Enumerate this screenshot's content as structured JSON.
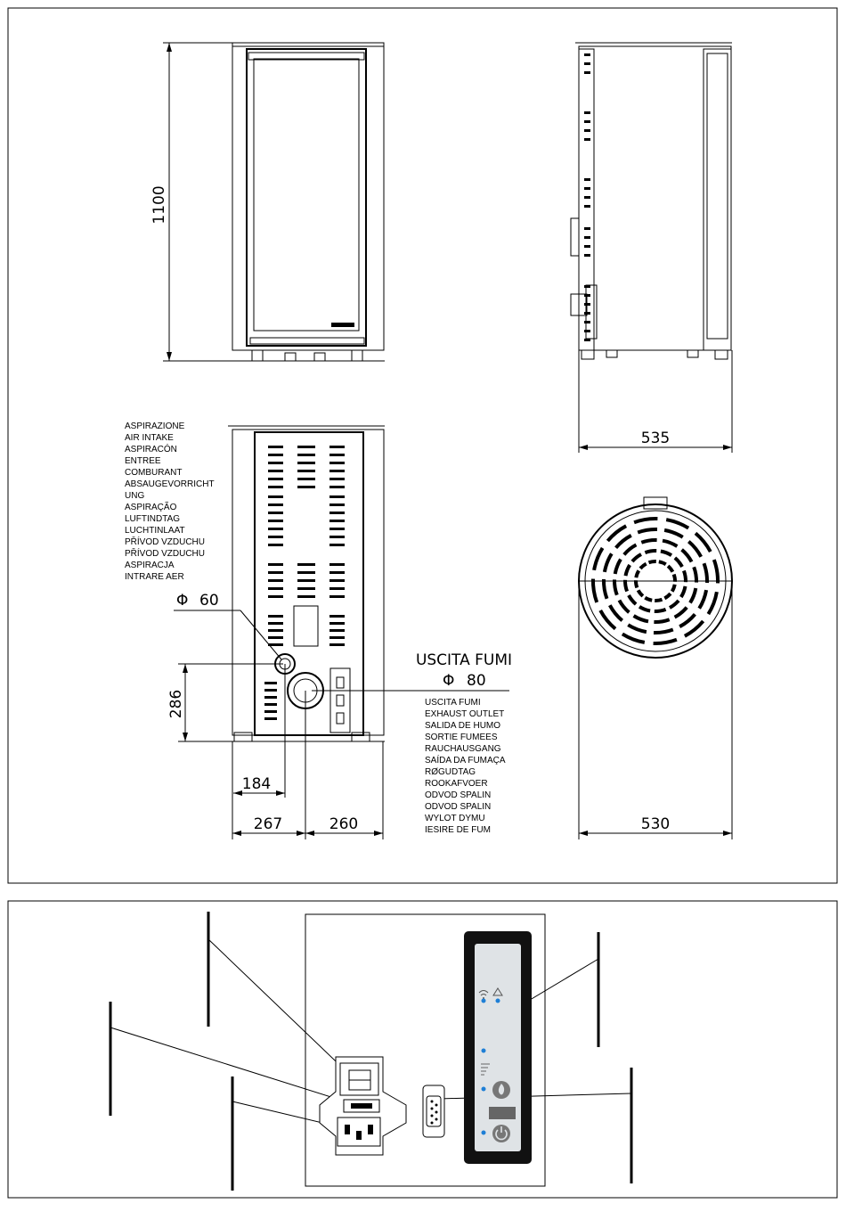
{
  "dimensions": {
    "height": "1100",
    "depth": "535",
    "diameter_intake": "60",
    "intake_height": "286",
    "intake_offset": "184",
    "width_left": "267",
    "width_right": "260",
    "exhaust_diameter": "80",
    "top_width": "530"
  },
  "symbols": {
    "diameter": "Φ"
  },
  "air_intake_labels": [
    "ASPIRAZIONE",
    "AIR INTAKE",
    "ASPIRACÓN",
    "ENTREE",
    "COMBURANT",
    "ABSAUGEVORRICHT",
    "UNG",
    "ASPIRAÇÃO",
    "LUFTINDTAG",
    "LUCHTINLAAT",
    "PŘÍVOD VZDUCHU",
    "PŘÍVOD VZDUCHU",
    "ASPIRACJA",
    "INTRARE AER"
  ],
  "exhaust_title": "USCITA FUMI",
  "exhaust_labels": [
    "USCITA FUMI",
    "EXHAUST OUTLET",
    "SALIDA DE HUMO",
    "SORTIE FUMEES",
    "RAUCHAUSGANG",
    "SAÍDA DA FUMAÇA",
    "RØGUDTAG",
    "ROOKAFVOER",
    "ODVOD SPALIN",
    "ODVOD SPALIN",
    "WYLOT DYMU",
    "IESIRE DE FUM"
  ],
  "colors": {
    "line": "#000000",
    "panel_led": "#1e7fd6",
    "panel_face": "#dfe3e6",
    "panel_frame": "#111111"
  },
  "icons": [
    "wifi-icon",
    "warning-icon",
    "fan-level-icon",
    "flame-button-icon",
    "power-button-icon",
    "fuse-icon",
    "power-switch-icon",
    "iec-socket-icon",
    "serial-port-icon"
  ]
}
